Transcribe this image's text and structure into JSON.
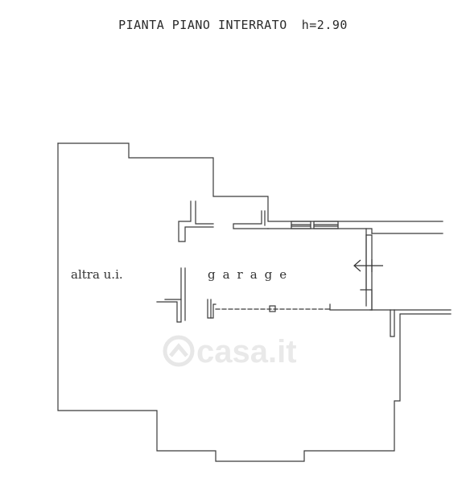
{
  "title": "PIANTA PIANO INTERRATO",
  "height_note": "h=2.90",
  "rooms": {
    "left_label": "altra u.i.",
    "right_label": "garage"
  },
  "watermark": {
    "text": "casa.it",
    "icon": "house-logo-icon"
  },
  "colors": {
    "line": "#3a3a3a",
    "watermark": "#d8d8d8"
  }
}
